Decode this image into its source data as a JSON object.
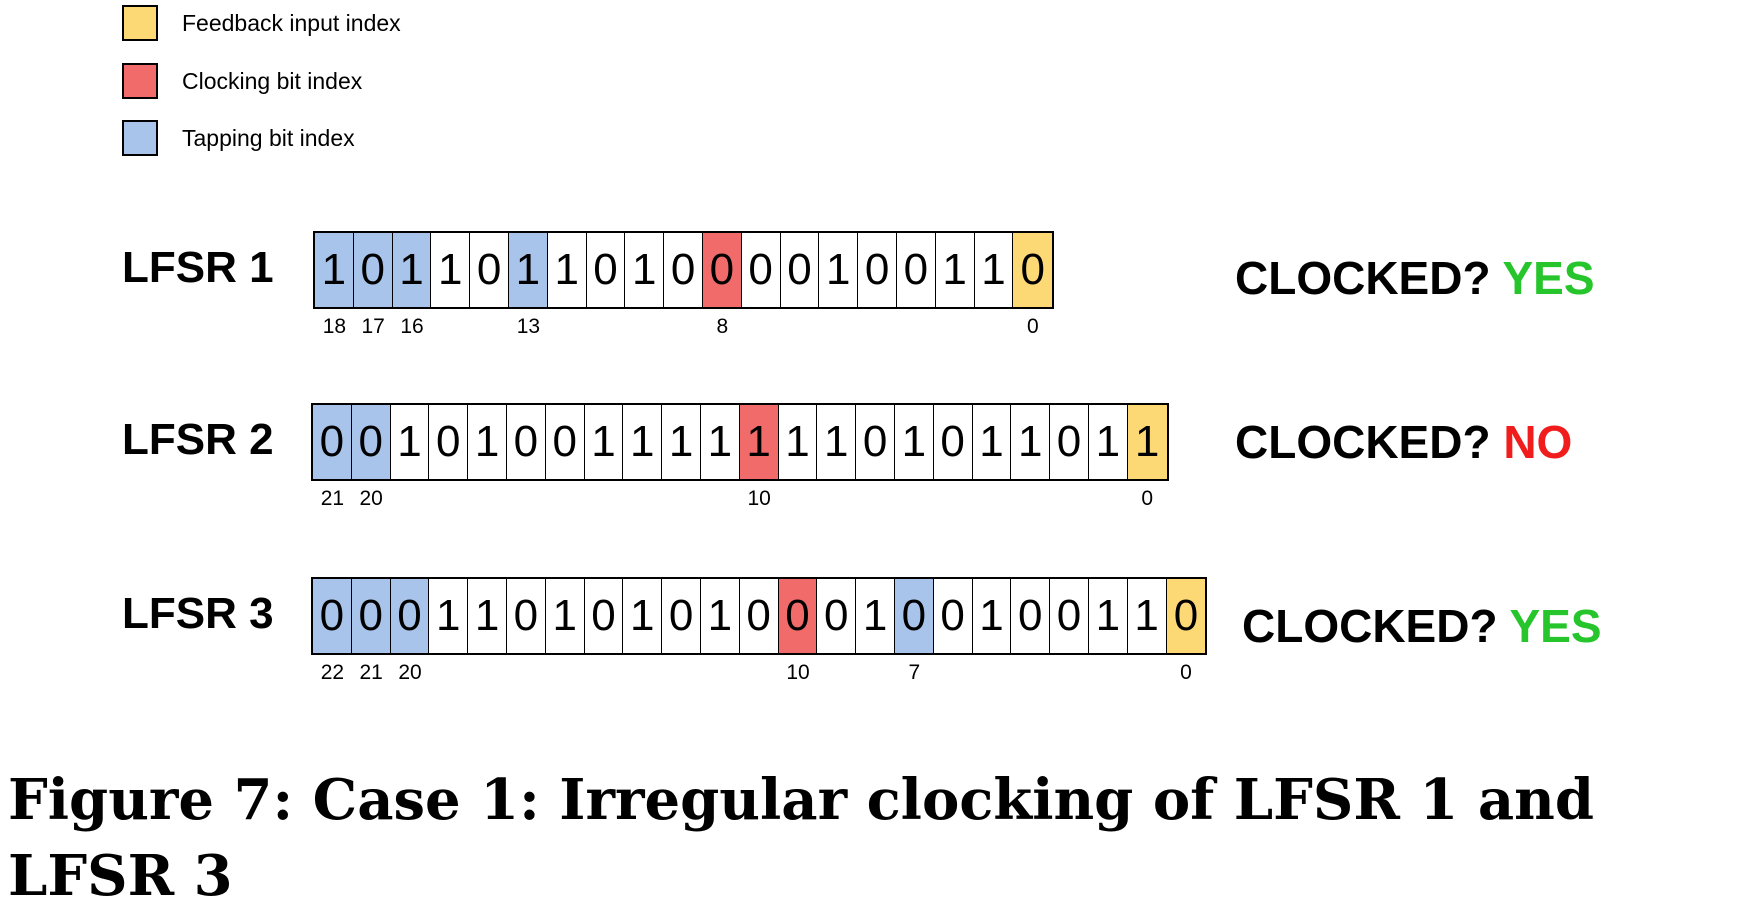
{
  "legend": [
    {
      "label": "Feedback input index",
      "color": "#fcd975"
    },
    {
      "label": "Clocking bit index",
      "color": "#f26b6b"
    },
    {
      "label": "Tapping bit index",
      "color": "#a9c4ea"
    }
  ],
  "lfsrs": [
    {
      "name": "LFSR 1",
      "bits": "1011011010000100110",
      "tap_indices": [
        18,
        17,
        16,
        13
      ],
      "clock_index": 8,
      "feedback_index": 0,
      "index_labels": [
        "18",
        "17",
        "16",
        "13",
        "8",
        "0"
      ],
      "clocked_label": "CLOCKED?",
      "clocked_answer": "YES"
    },
    {
      "name": "LFSR 2",
      "bits": "0010100111111101011011",
      "tap_indices": [
        21,
        20
      ],
      "clock_index": 10,
      "feedback_index": 0,
      "index_labels": [
        "21",
        "20",
        "10",
        "0"
      ],
      "clocked_label": "CLOCKED?",
      "clocked_answer": "NO"
    },
    {
      "name": "LFSR 3",
      "bits": "00011010101000100100110",
      "tap_indices": [
        22,
        21,
        20,
        7
      ],
      "clock_index": 10,
      "feedback_index": 0,
      "index_labels": [
        "22",
        "21",
        "20",
        "10",
        "7",
        "0"
      ],
      "clocked_label": "CLOCKED?",
      "clocked_answer": "YES"
    }
  ],
  "caption": "Figure 7: Case 1: Irregular clocking of LFSR 1 and LFSR 3",
  "colors": {
    "tap": "#a9c4ea",
    "clock": "#f26b6b",
    "feedback": "#fcd975",
    "yes": "#25c52b",
    "no": "#f11c1c"
  }
}
